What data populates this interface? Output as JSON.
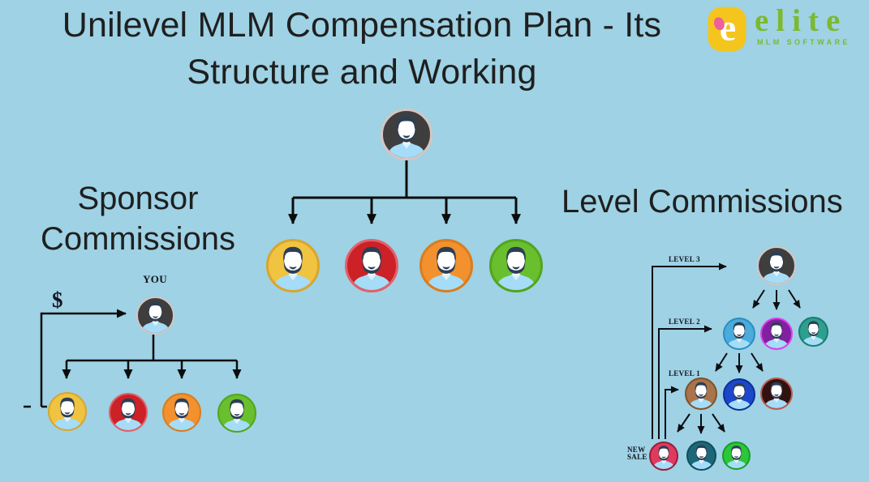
{
  "page": {
    "background_color": "#9ed2e4",
    "title_line1": "Unilevel MLM Compensation Plan - Its",
    "title_line2": "Structure and Working",
    "text_color": "#1f1f1f"
  },
  "logo": {
    "brand": "elite",
    "tagline": "MLM SOFTWARE",
    "icon_letter": "e",
    "icon_bg_color": "#f4c51d",
    "icon_dot_color": "#ef5f9b",
    "text_color": "#7cb92e"
  },
  "center_tree": {
    "root": {
      "bg": "#3e3e3e",
      "border": "#d6c5c3"
    },
    "children": [
      {
        "bg": "#f0c340",
        "border": "#d8a62e"
      },
      {
        "bg": "#cb2127",
        "border": "#e2606a"
      },
      {
        "bg": "#f2912d",
        "border": "#d97d20"
      },
      {
        "bg": "#69bf2d",
        "border": "#53a51c"
      }
    ]
  },
  "sponsor_section": {
    "heading_line1": "Sponsor",
    "heading_line2": "Commissions",
    "you_label": "YOU",
    "dollar_sign": "$",
    "dash": "–",
    "root": {
      "bg": "#3e3e3e",
      "border": "#d6c5c3"
    },
    "children": [
      {
        "bg": "#f0c340",
        "border": "#d8a62e"
      },
      {
        "bg": "#cb2127",
        "border": "#e2606a"
      },
      {
        "bg": "#f2912d",
        "border": "#d97d20"
      },
      {
        "bg": "#69bf2d",
        "border": "#53a51c"
      }
    ]
  },
  "level_section": {
    "heading": "Level Commissions",
    "level3_label": "LEVEL 3",
    "level2_label": "LEVEL 2",
    "level1_label": "LEVEL 1",
    "new_sale_line1": "NEW",
    "new_sale_line2": "SALE",
    "root": {
      "bg": "#3e3e3e",
      "border": "#d6c5c3"
    },
    "level2_row": [
      {
        "bg": "#4aabdc",
        "border": "#2a8ec2"
      },
      {
        "bg": "#8220a0",
        "border": "#df3df0"
      },
      {
        "bg": "#2d9f8f",
        "border": "#177d6e"
      }
    ],
    "level1_row": [
      {
        "bg": "#a9744c",
        "border": "#815026"
      },
      {
        "bg": "#1c47cb",
        "border": "#0e2f96"
      },
      {
        "bg": "#321210",
        "border": "#bf5a50"
      }
    ],
    "new_sale_row": [
      {
        "bg": "#e13a5f",
        "border": "#991c36"
      },
      {
        "bg": "#1c6879",
        "border": "#0f4e5c"
      },
      {
        "bg": "#2dc53b",
        "border": "#169e24"
      }
    ]
  }
}
